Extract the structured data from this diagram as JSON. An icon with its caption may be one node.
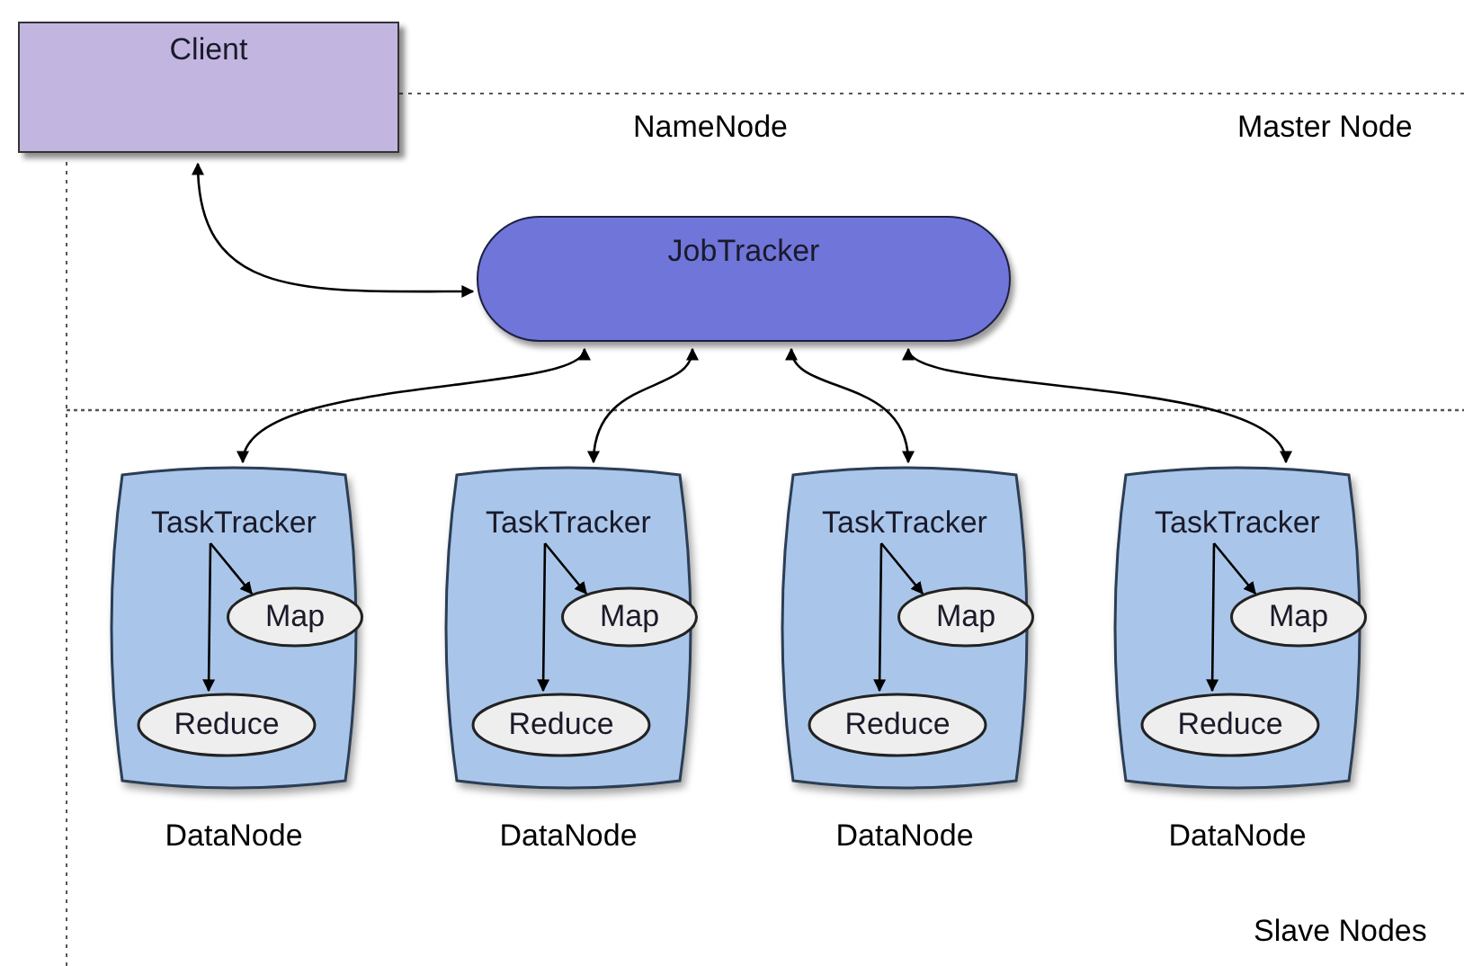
{
  "diagram": {
    "nodes": [
      {
        "text": [
          "Client"
        ]
      },
      {
        "text": [
          "JobTracker"
        ]
      },
      {
        "text": [],
        "shape": "barrel",
        "beside": [
          "DataNode"
        ]
      },
      {
        "text": [
          "TaskTracker"
        ],
        "in": 2
      },
      {
        "text": [
          "Map"
        ],
        "in": 2
      },
      {
        "text": [
          "Reduce"
        ],
        "in": 2
      },
      {
        "text": [],
        "shape": "barrel",
        "beside": [
          "DataNode"
        ]
      },
      {
        "text": [
          "TaskTracker"
        ],
        "in": 6
      },
      {
        "text": [
          "Map"
        ],
        "in": 6
      },
      {
        "text": [
          "Reduce"
        ],
        "in": 6
      },
      {
        "text": [],
        "shape": "barrel",
        "beside": [
          "DataNode"
        ]
      },
      {
        "text": [
          "TaskTracker"
        ],
        "in": 10
      },
      {
        "text": [
          "Map"
        ],
        "in": 10
      },
      {
        "text": [
          "Reduce"
        ],
        "in": 10
      },
      {
        "text": [],
        "shape": "barrel",
        "beside": [
          "DataNode"
        ]
      },
      {
        "text": [
          "TaskTracker"
        ],
        "in": 14
      },
      {
        "text": [
          "Map"
        ],
        "in": 14
      },
      {
        "text": [
          "Reduce"
        ],
        "in": 14
      }
    ],
    "edges": [
      {
        "from": 0,
        "to": 1,
        "arrow": "both"
      },
      {
        "from": 1,
        "to": 2,
        "arrow": "both"
      },
      {
        "from": 1,
        "to": 6,
        "arrow": "both"
      },
      {
        "from": 1,
        "to": 10,
        "arrow": "both"
      },
      {
        "from": 1,
        "to": 14,
        "arrow": "both"
      },
      {
        "from": 3,
        "to": 4,
        "arrow": "to"
      },
      {
        "from": 3,
        "to": 5,
        "arrow": "to"
      },
      {
        "from": 7,
        "to": 8,
        "arrow": "to"
      },
      {
        "from": 7,
        "to": 9,
        "arrow": "to"
      },
      {
        "from": 11,
        "to": 12,
        "arrow": "to"
      },
      {
        "from": 11,
        "to": 13,
        "arrow": "to"
      },
      {
        "from": 15,
        "to": 16,
        "arrow": "to"
      },
      {
        "from": 15,
        "to": 17,
        "arrow": "to"
      }
    ],
    "labels": [
      "NameNode",
      "Master Node",
      "Slave Nodes"
    ]
  }
}
